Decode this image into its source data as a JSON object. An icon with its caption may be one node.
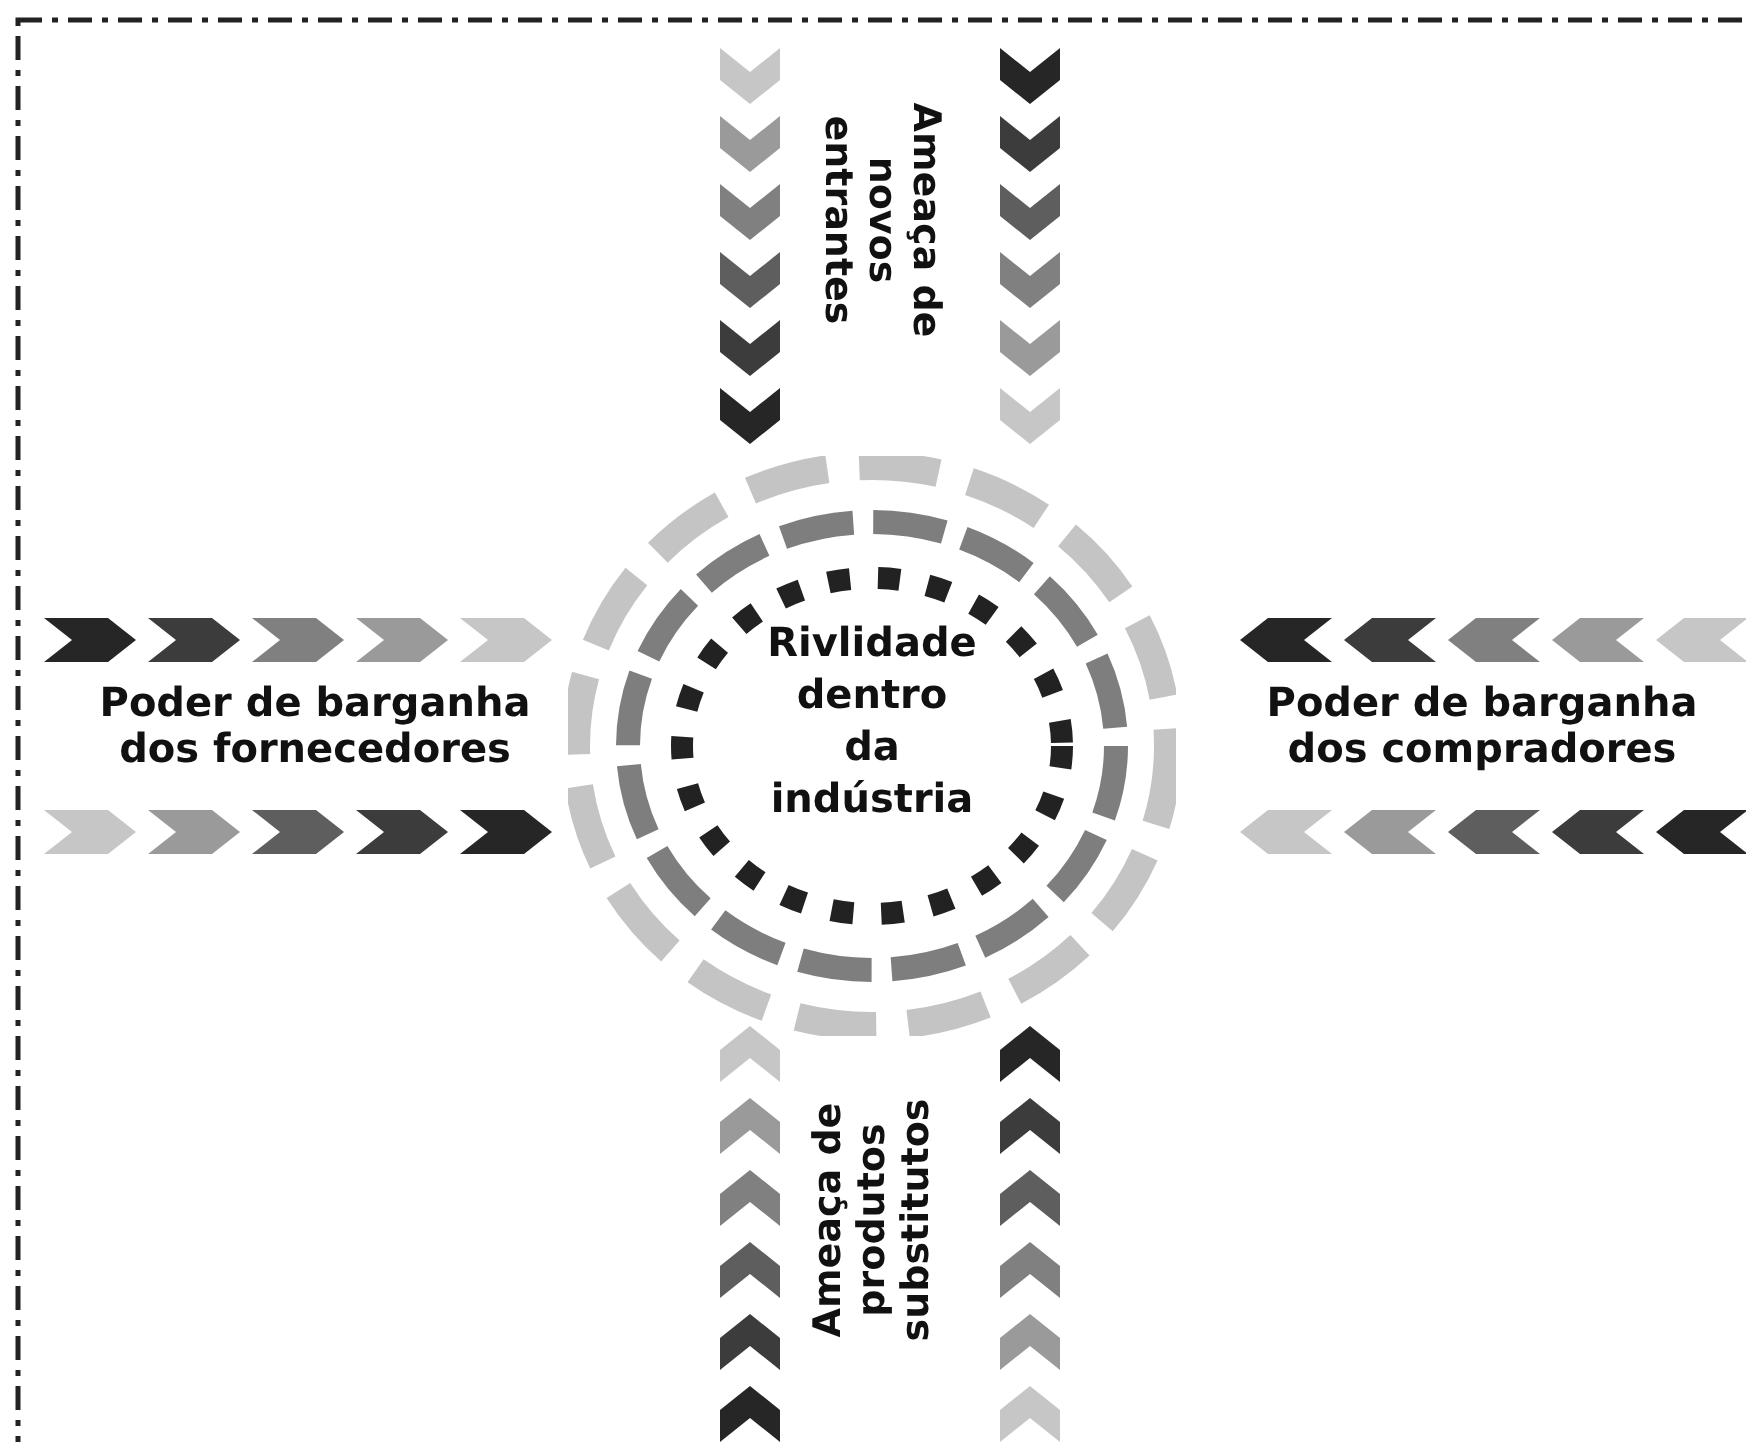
{
  "diagram": {
    "nodes": [
      {
        "text": [
          "Ameaça de novos entrantes"
        ]
      },
      {
        "text": [
          "Poder de barganha dos fornecedores"
        ]
      },
      {
        "text": [
          "Rivlidade dentro da indústria"
        ]
      },
      {
        "text": [
          "Poder de barganha dos compradores"
        ]
      },
      {
        "text": [
          "Ameaça de produtos substitutos"
        ]
      }
    ]
  }
}
